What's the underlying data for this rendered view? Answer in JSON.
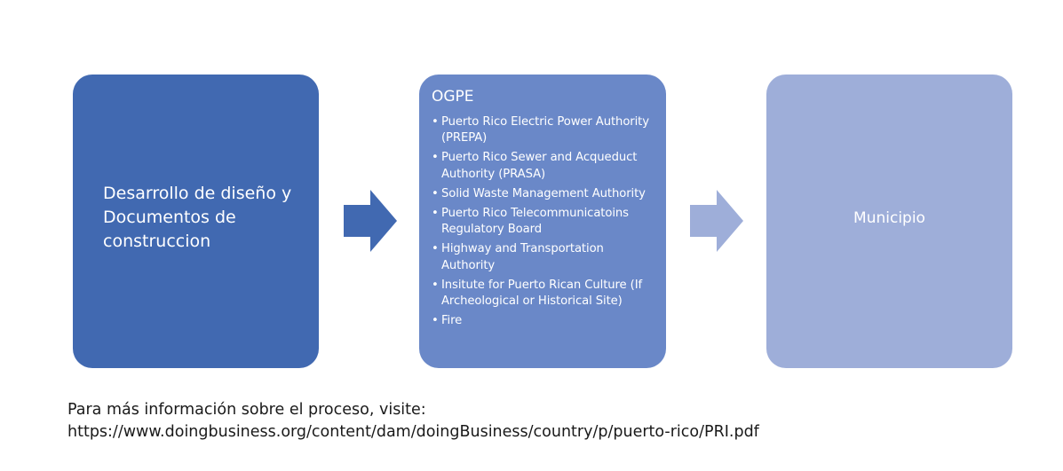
{
  "diagram": {
    "steps": [
      {
        "label": "Desarrollo de diseño y Documentos de construccion",
        "color": "#4169b1"
      },
      {
        "title": "OGPE",
        "color": "#6a88c8",
        "items": [
          "Puerto Rico Electric Power Authority (PREPA)",
          "Puerto Rico Sewer and Acqueduct Authority (PRASA)",
          "Solid Waste Management Authority",
          "Puerto Rico Telecommunicatoins Regulatory Board",
          "Highway and Transportation Authority",
          "Insitute for Puerto Rican Culture (If Archeological or Historical Site)",
          "Fire"
        ]
      },
      {
        "label": "Municipio",
        "color": "#9eaed9"
      }
    ],
    "arrows": [
      {
        "from": "step-1",
        "to": "step-2",
        "color": "#4169b1",
        "icon": "right-arrow-icon"
      },
      {
        "from": "step-2",
        "to": "step-3",
        "color": "#9eaed9",
        "icon": "right-arrow-icon"
      }
    ],
    "bullet_glyph": "•"
  },
  "footer": {
    "line1": "Para más información sobre el proceso, visite:",
    "url": "https://www.doingbusiness.org/content/dam/doingBusiness/country/p/puerto-rico/PRI.pdf"
  }
}
